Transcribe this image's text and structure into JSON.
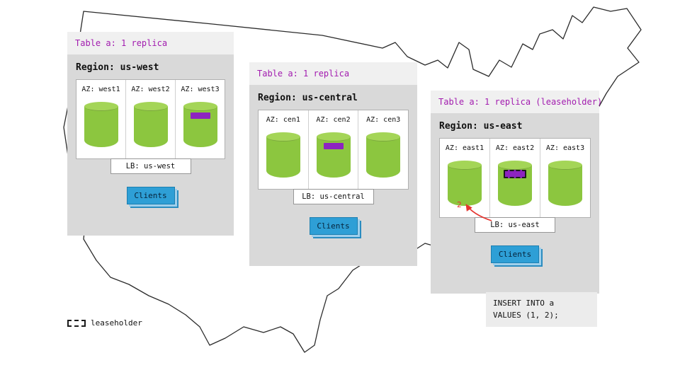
{
  "regions": [
    {
      "table_label": "Table a: 1 replica",
      "region_label": "Region: us-west",
      "azs": [
        {
          "label": "AZ: west1"
        },
        {
          "label": "AZ: west2"
        },
        {
          "label": "AZ: west3"
        }
      ],
      "lb_label": "LB: us-west",
      "clients_label": "Clients"
    },
    {
      "table_label": "Table a: 1 replica",
      "region_label": "Region: us-central",
      "azs": [
        {
          "label": "AZ: cen1"
        },
        {
          "label": "AZ: cen2"
        },
        {
          "label": "AZ: cen3"
        }
      ],
      "lb_label": "LB: us-central",
      "clients_label": "Clients"
    },
    {
      "table_label": "Table a: 1 replica (leaseholder)",
      "region_label": "Region: us-east",
      "azs": [
        {
          "label": "AZ: east1"
        },
        {
          "label": "AZ: east2"
        },
        {
          "label": "AZ: east3"
        }
      ],
      "lb_label": "LB: us-east",
      "clients_label": "Clients",
      "annotation_step": "2"
    }
  ],
  "sql": {
    "line1": "INSERT INTO a",
    "line2": "VALUES (1, 2);"
  },
  "legend": {
    "label": "leaseholder"
  },
  "colors": {
    "replica_purple": "#8d24c0",
    "cylinder_green": "#8cc63f",
    "table_label_purple": "#a21caf",
    "clients_blue": "#2e9fd6",
    "annotation_red": "#e5342f",
    "panel_gray": "#d9d9d9"
  }
}
